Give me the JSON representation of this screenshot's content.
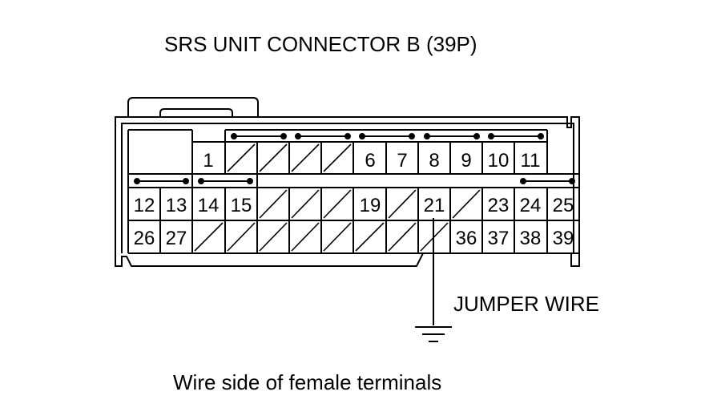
{
  "diagram": {
    "title": "SRS UNIT CONNECTOR B (39P)",
    "jumper_label": "JUMPER WIRE",
    "caption": "Wire side of female terminals",
    "row1": [
      "",
      "",
      "",
      "",
      "",
      "1",
      "",
      "",
      "",
      "",
      "6",
      "7",
      "8",
      "9",
      "10",
      "11",
      "",
      ""
    ],
    "row2": [
      "12",
      "13",
      "14",
      "15",
      "",
      "",
      "",
      "19",
      "",
      "21",
      "",
      "23",
      "24",
      "25"
    ],
    "row3": [
      "26",
      "27",
      "",
      "",
      "",
      "",
      "",
      "",
      "",
      "",
      "36",
      "37",
      "38",
      "39"
    ],
    "empty_row1_cells": [
      6,
      7,
      8,
      9
    ],
    "empty_row2_cells": [
      4,
      5,
      6,
      8,
      10
    ],
    "empty_row3_cells": [
      2,
      3,
      4,
      5,
      6,
      7,
      8,
      9
    ]
  }
}
